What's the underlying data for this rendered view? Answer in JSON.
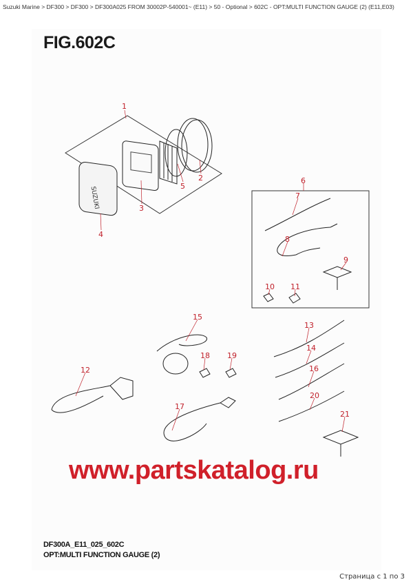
{
  "breadcrumb": "Suzuki Marine > DF300 > DF300 > DF300A025 FROM 30002P-540001~ (E11) > 50 - Optional > 602C - OPT:MULTI FUNCTION GAUGE (2) (E11,E03)",
  "figure": {
    "title": "FIG.602C",
    "code": "DF300A_E11_025_602C",
    "subtitle": "OPT:MULTI FUNCTION GAUGE (2)"
  },
  "watermark": "www.partskatalog.ru",
  "pager": "Страница с 1 по 3",
  "callouts": [
    "1",
    "2",
    "3",
    "4",
    "5",
    "6",
    "7",
    "8",
    "9",
    "10",
    "11",
    "12",
    "13",
    "14",
    "15",
    "16",
    "17",
    "18",
    "19",
    "20",
    "21"
  ],
  "colors": {
    "callout": "#c0202a",
    "watermark": "#d0202a"
  }
}
